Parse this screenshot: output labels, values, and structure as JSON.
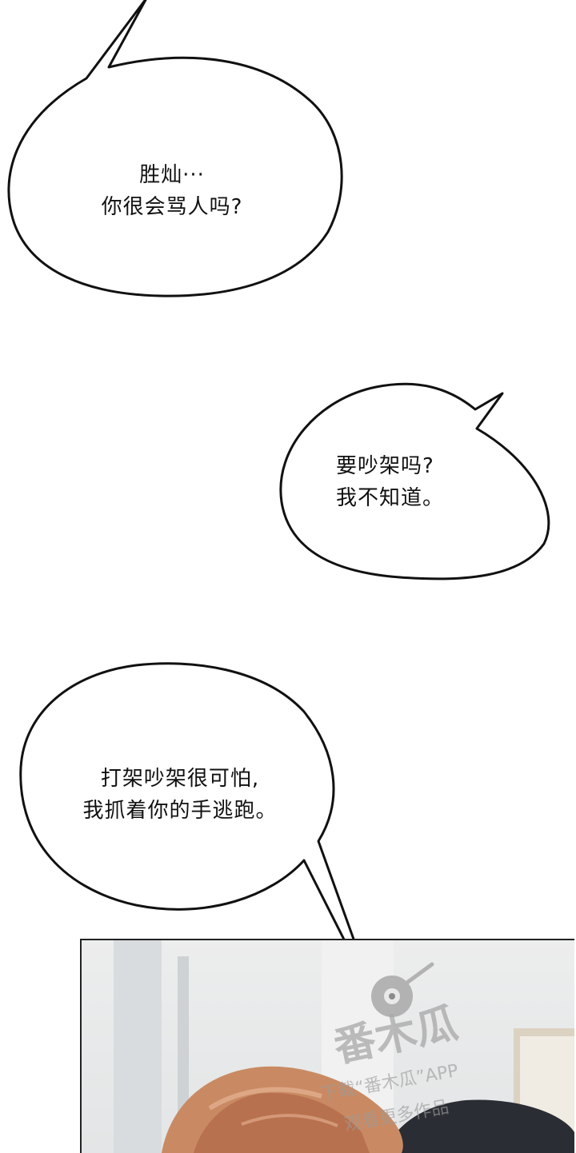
{
  "bubbles": [
    {
      "lines": [
        "胜灿···",
        "你很会骂人吗?"
      ]
    },
    {
      "lines": [
        "要吵架吗?",
        "我不知道。"
      ]
    },
    {
      "lines": [
        "打架吵架很可怕,",
        "我抓着你的手逃跑。"
      ]
    }
  ],
  "watermark": {
    "brand": "番木瓜",
    "caption_line1": "下载“番木瓜”APP",
    "caption_line2": "观看更多作品"
  }
}
